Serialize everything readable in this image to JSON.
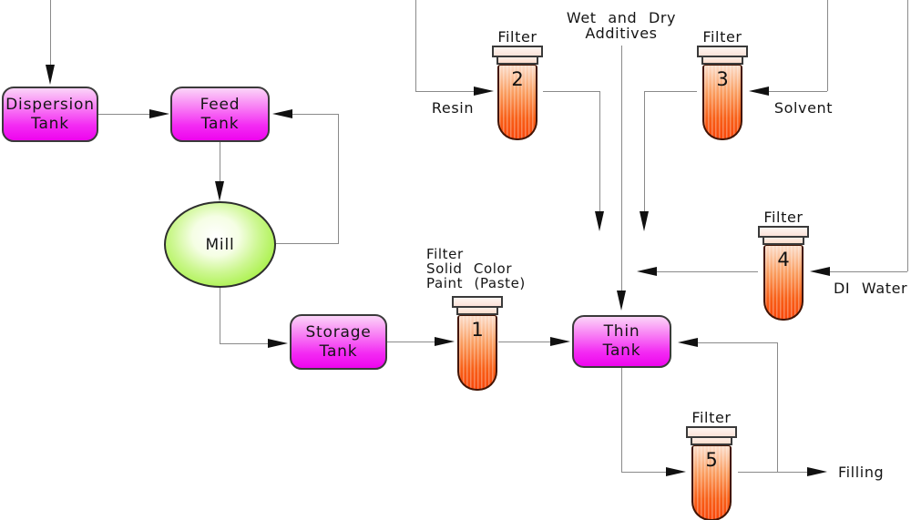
{
  "nodes": {
    "dispersion_tank": {
      "line1": "Dispersion",
      "line2": "Tank"
    },
    "feed_tank": {
      "line1": "Feed",
      "line2": "Tank"
    },
    "mill": {
      "label": "Mill"
    },
    "storage_tank": {
      "line1": "Storage",
      "line2": "Tank"
    },
    "thin_tank": {
      "line1": "Thin",
      "line2": "Tank"
    }
  },
  "filters": {
    "f1": {
      "number": "1",
      "label_line1": "Filter",
      "label_line2": "Solid Color",
      "label_line3": "Paint (Paste)"
    },
    "f2": {
      "number": "2",
      "label": "Filter"
    },
    "f3": {
      "number": "3",
      "label": "Filter"
    },
    "f4": {
      "number": "4",
      "label": "Filter"
    },
    "f5": {
      "number": "5",
      "label": "Filter"
    }
  },
  "streams": {
    "resin": "Resin",
    "solvent": "Solvent",
    "wet_dry_line1": "Wet and Dry",
    "wet_dry_line2": "Additives",
    "di_water": "DI Water",
    "filling": "Filling"
  },
  "colors": {
    "tank_magenta": "#ee00ee",
    "mill_green": "#94e92c",
    "filter_orange": "#f8480a",
    "line_gray": "#8a8a8a",
    "arrow_black": "#111111"
  }
}
